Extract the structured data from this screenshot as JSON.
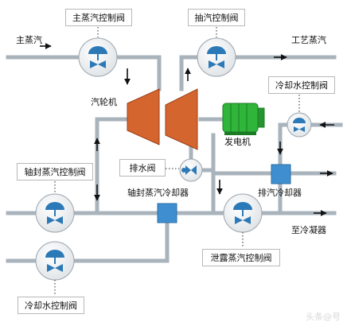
{
  "labels": {
    "main_steam": "主蒸汽",
    "main_steam_valve": "主蒸汽控制阀",
    "extraction_valve": "抽汽控制阀",
    "process_steam": "工艺蒸汽",
    "cooling_water_valve_right": "冷却水控制阀",
    "turbine": "汽轮机",
    "generator": "发电机",
    "drain_valve": "排水阀",
    "gland_steam_valve": "轴封蒸汽控制阀",
    "gland_steam_cooler": "轴封蒸汽冷却器",
    "exhaust_cooler": "排汽冷却器",
    "to_condenser": "至冷凝器",
    "leak_steam_valve": "泄露蒸汽控制阀",
    "cooling_water_valve_left": "冷却水控制阀",
    "watermark": "头条@号"
  },
  "colors": {
    "pipe": "#a9b3bc",
    "turbine": "#d4652f",
    "generator": "#2fb53a",
    "valve": "#2c79b8",
    "cooler": "#3f8fd0",
    "arrow": "#111111"
  }
}
